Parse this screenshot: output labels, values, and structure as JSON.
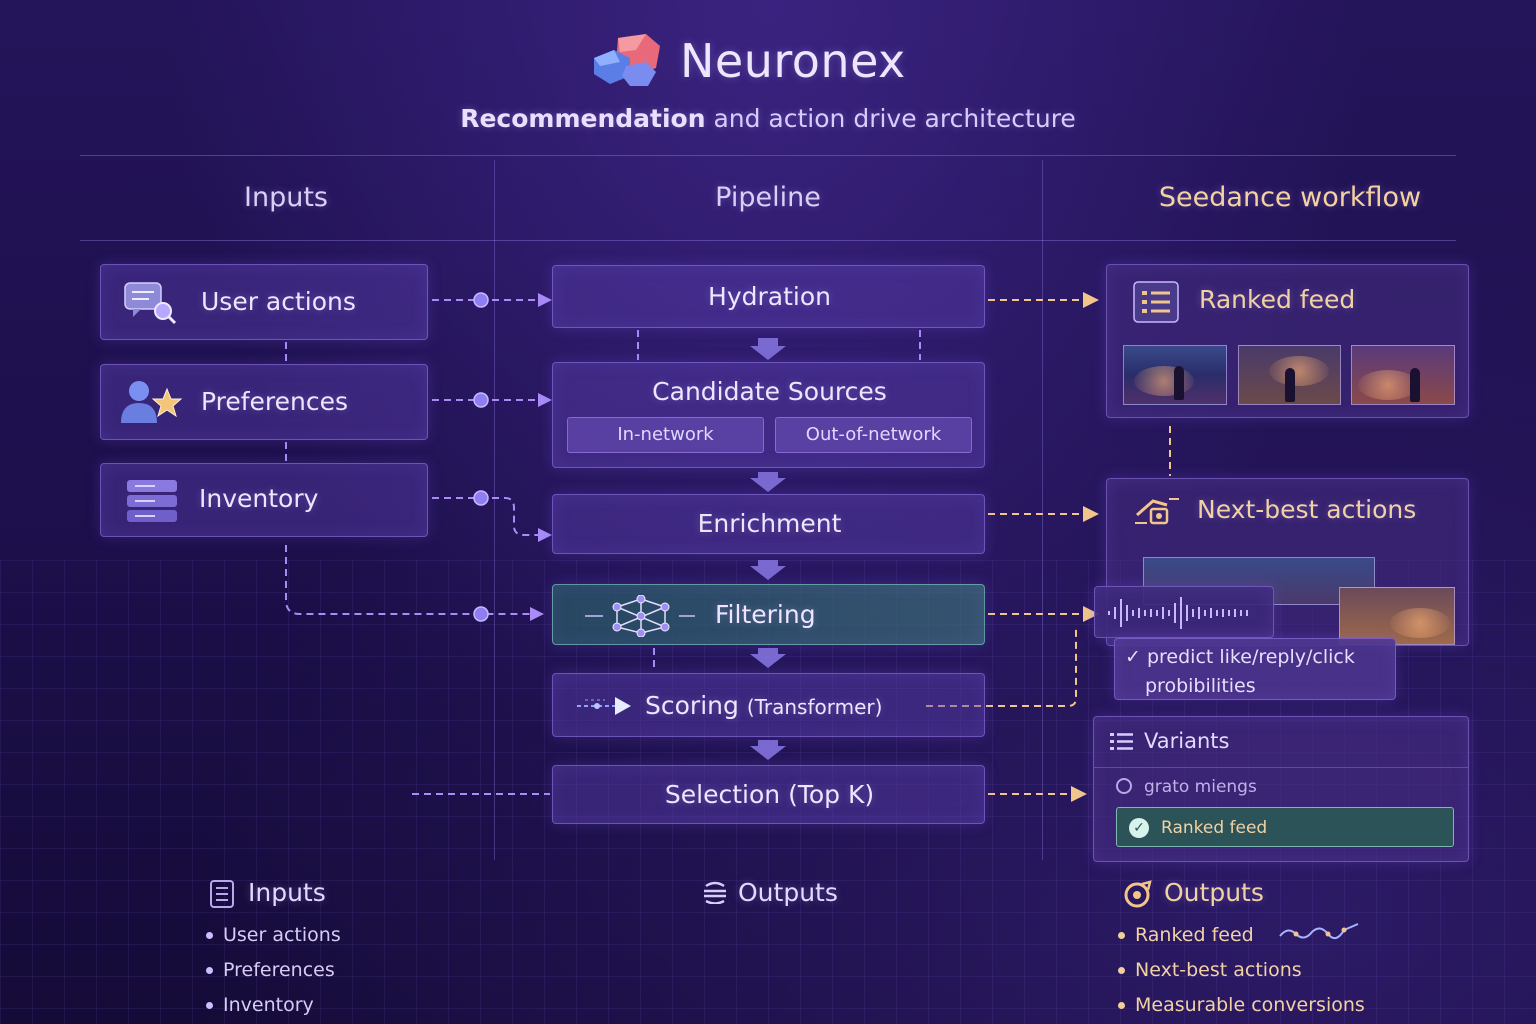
{
  "header": {
    "brand": "Neuronex",
    "subtitle_strong": "Recommendation",
    "subtitle_rest": " and action drive architecture"
  },
  "columns": {
    "inputs": "Inputs",
    "pipeline": "Pipeline",
    "workflow": "Seedance workflow"
  },
  "inputs": {
    "user_actions": "User actions",
    "preferences": "Preferences",
    "inventory": "Inventory"
  },
  "pipeline": {
    "hydration": "Hydration",
    "candidate_sources": "Candidate Sources",
    "in_network": "In-network",
    "out_of_network": "Out-of-network",
    "enrichment": "Enrichment",
    "filtering": "Filtering",
    "scoring": "Scoring",
    "scoring_note": "(Transformer)",
    "selection": "Selection",
    "selection_note": "(Top K)"
  },
  "workflow": {
    "ranked_feed": "Ranked feed",
    "next_best_actions": "Next-best actions",
    "predict_line1": "✓ predict like/reply/click",
    "predict_line2": "probibilities",
    "variants": "Variants",
    "variant_option_1": "grato miengs",
    "variant_option_2": "Ranked feed"
  },
  "footer": {
    "inputs_head": "Inputs",
    "inputs_items": [
      "User actions",
      "Preferences",
      "Inventory"
    ],
    "outputs_mid_head": "Outputs",
    "outputs_head": "Outputs",
    "outputs_items": [
      "Ranked feed",
      "Next-best actions",
      "Measurable conversions"
    ]
  },
  "colors": {
    "accent_purple": "#9b7cf0",
    "accent_orange": "#f2c68a",
    "teal": "#3d6f78"
  },
  "icons": {
    "logo": "gem-cluster-icon",
    "user_actions": "chat-bubbles-icon",
    "preferences": "user-star-icon",
    "inventory": "server-stack-icon",
    "filtering": "network-icon",
    "scoring": "arrow-icon",
    "ranked_feed": "list-icon",
    "next_best_actions": "action-icon",
    "variants": "list-icon"
  }
}
